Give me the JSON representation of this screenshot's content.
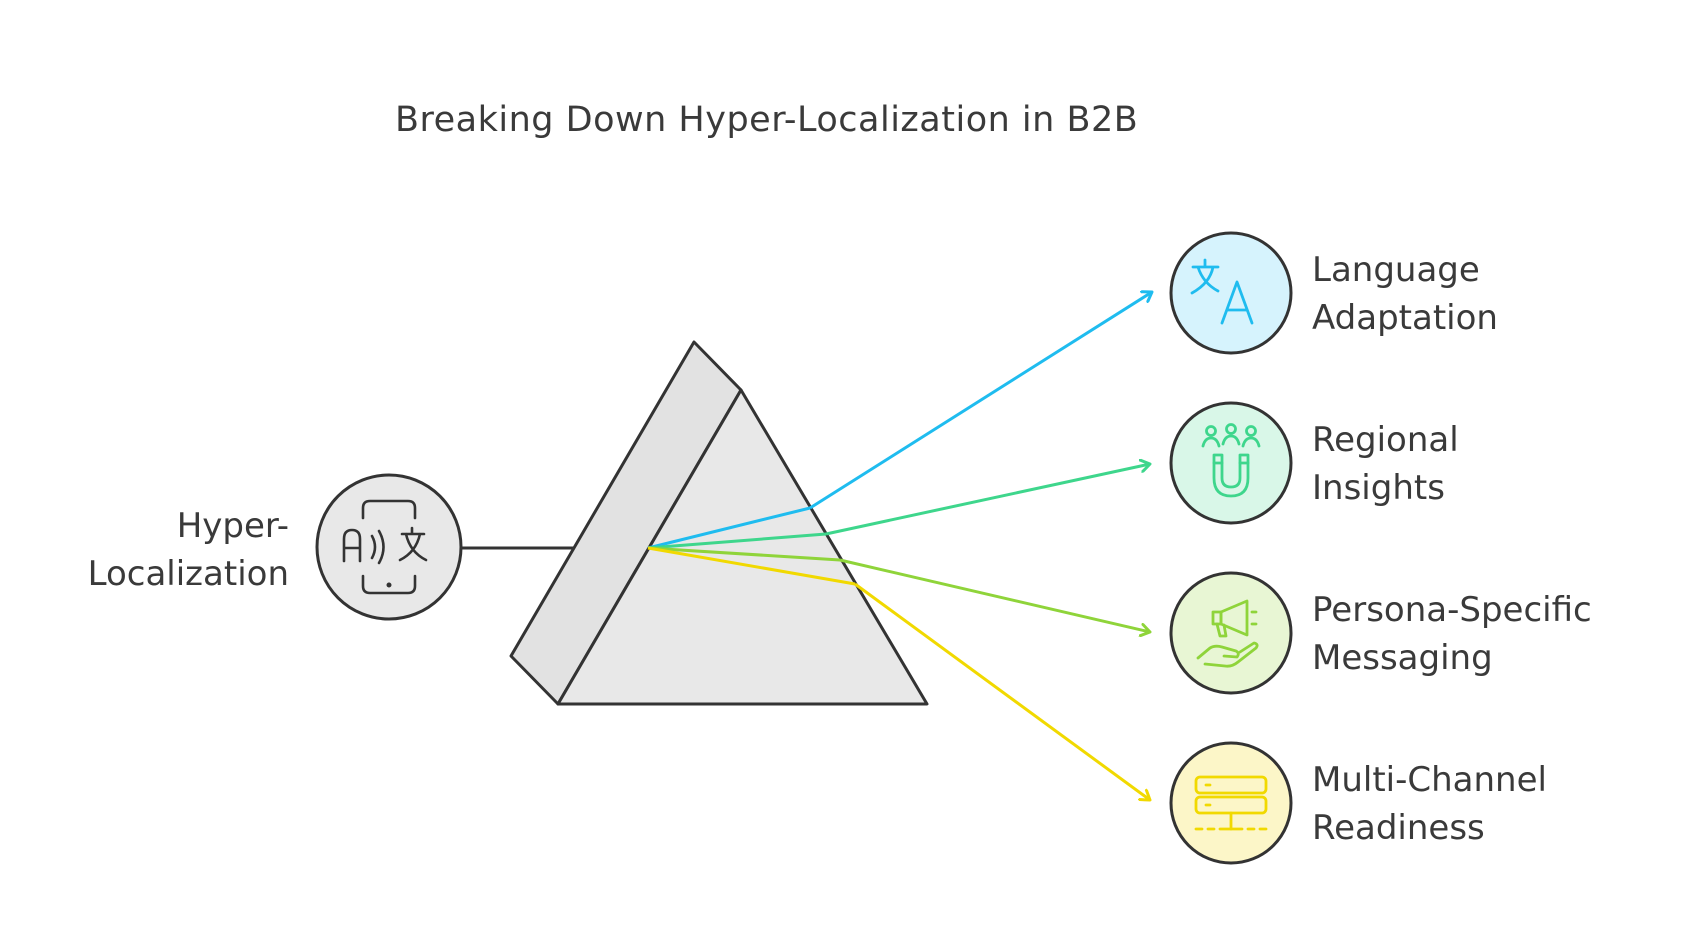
{
  "title": "Breaking Down Hyper-Localization in B2B",
  "source": {
    "label_lines": [
      "Hyper-",
      "Localization"
    ],
    "icon": "phone-translate-icon",
    "fill": "#e8e8e8",
    "stroke": "#333333"
  },
  "prism": {
    "fill": "#e8e8e8",
    "stroke": "#333333"
  },
  "branches": [
    {
      "label_lines": [
        "Language",
        "Adaptation"
      ],
      "icon": "translate-icon",
      "color": "#1fbcef",
      "fill": "#d6f3fd"
    },
    {
      "label_lines": [
        "Regional",
        "Insights"
      ],
      "icon": "people-magnet-icon",
      "color": "#3ed68c",
      "fill": "#d9f7e8"
    },
    {
      "label_lines": [
        "Persona-Specific",
        "Messaging"
      ],
      "icon": "megaphone-hand-icon",
      "color": "#8fd43a",
      "fill": "#e8f6d4"
    },
    {
      "label_lines": [
        "Multi-Channel",
        "Readiness"
      ],
      "icon": "server-network-icon",
      "color": "#f1d900",
      "fill": "#fcf6c8"
    }
  ]
}
